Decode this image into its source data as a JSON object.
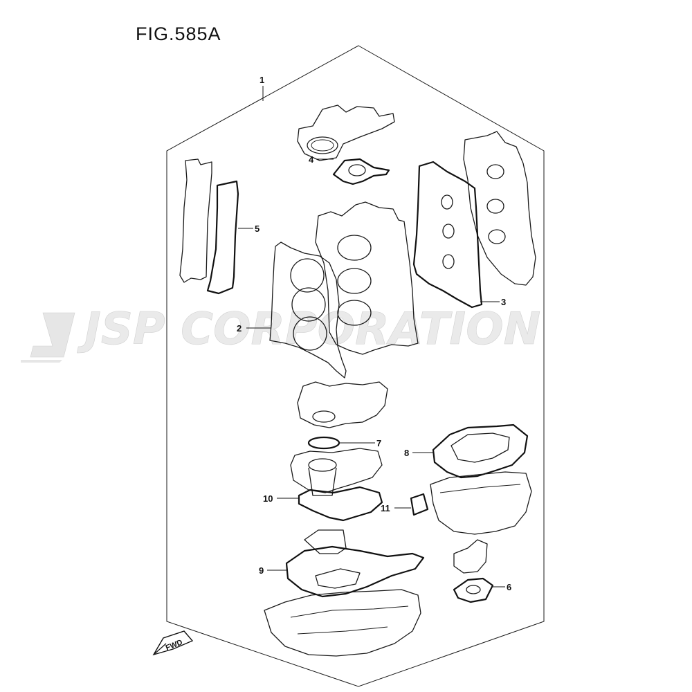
{
  "figure": {
    "title": "FIG.585A"
  },
  "watermark": {
    "text": "JSP CORPORATION",
    "color": "#e6e6e6"
  },
  "direction_marker": {
    "text": "FWD"
  },
  "callouts": [
    {
      "id": "1",
      "label": "1"
    },
    {
      "id": "2",
      "label": "2"
    },
    {
      "id": "3",
      "label": "3"
    },
    {
      "id": "4",
      "label": "4"
    },
    {
      "id": "5",
      "label": "5"
    },
    {
      "id": "6",
      "label": "6"
    },
    {
      "id": "7",
      "label": "7"
    },
    {
      "id": "8",
      "label": "8"
    },
    {
      "id": "9",
      "label": "9"
    },
    {
      "id": "10",
      "label": "10"
    },
    {
      "id": "11",
      "label": "11"
    }
  ]
}
